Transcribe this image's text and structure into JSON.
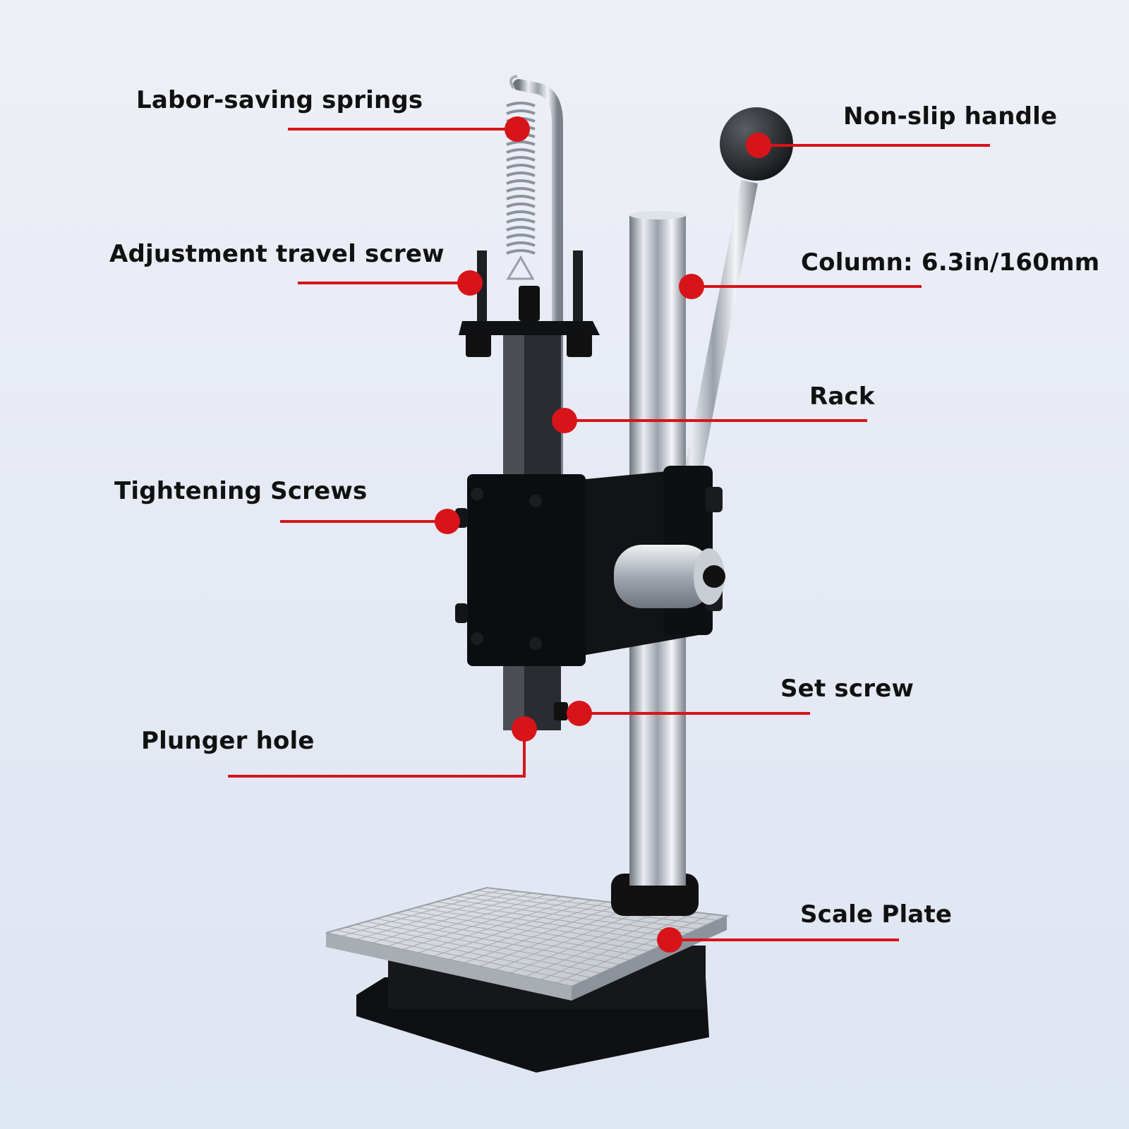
{
  "colors": {
    "callout": "#d7141a",
    "text": "#111111",
    "machine_black": "#111111",
    "steel": "#c9ced6"
  },
  "labels": {
    "springs": "Labor-saving springs",
    "travel_screw": "Adjustment travel screw",
    "tightening": "Tightening Screws",
    "plunger": "Plunger hole",
    "handle": "Non-slip handle",
    "column": "Column: 6.3in/160mm",
    "rack": "Rack",
    "set_screw": "Set screw",
    "scale_plate": "Scale Plate"
  }
}
